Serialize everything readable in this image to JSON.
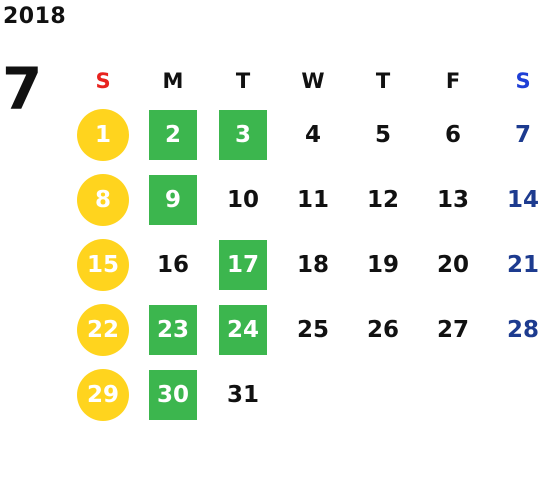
{
  "calendar": {
    "year": "2018",
    "month": "7",
    "weekdays": [
      "S",
      "M",
      "T",
      "W",
      "T",
      "F",
      "S"
    ],
    "colors": {
      "sunday_header": "#e8231f",
      "saturday_header": "#1f3fd6",
      "saturday_date": "#1d3b8f",
      "holiday_circle": "#ffd41e",
      "highlight_square": "#3cb64e",
      "default_text": "#111111"
    },
    "weeks": [
      [
        {
          "day": "1",
          "style": "circle"
        },
        {
          "day": "2",
          "style": "square"
        },
        {
          "day": "3",
          "style": "square"
        },
        {
          "day": "4",
          "style": "plain"
        },
        {
          "day": "5",
          "style": "plain"
        },
        {
          "day": "6",
          "style": "plain"
        },
        {
          "day": "7",
          "style": "saturday"
        }
      ],
      [
        {
          "day": "8",
          "style": "circle"
        },
        {
          "day": "9",
          "style": "square"
        },
        {
          "day": "10",
          "style": "plain"
        },
        {
          "day": "11",
          "style": "plain"
        },
        {
          "day": "12",
          "style": "plain"
        },
        {
          "day": "13",
          "style": "plain"
        },
        {
          "day": "14",
          "style": "saturday"
        }
      ],
      [
        {
          "day": "15",
          "style": "circle"
        },
        {
          "day": "16",
          "style": "plain"
        },
        {
          "day": "17",
          "style": "square"
        },
        {
          "day": "18",
          "style": "plain"
        },
        {
          "day": "19",
          "style": "plain"
        },
        {
          "day": "20",
          "style": "plain"
        },
        {
          "day": "21",
          "style": "saturday"
        }
      ],
      [
        {
          "day": "22",
          "style": "circle"
        },
        {
          "day": "23",
          "style": "square"
        },
        {
          "day": "24",
          "style": "square"
        },
        {
          "day": "25",
          "style": "plain"
        },
        {
          "day": "26",
          "style": "plain"
        },
        {
          "day": "27",
          "style": "plain"
        },
        {
          "day": "28",
          "style": "saturday"
        }
      ],
      [
        {
          "day": "29",
          "style": "circle"
        },
        {
          "day": "30",
          "style": "square"
        },
        {
          "day": "31",
          "style": "plain"
        },
        {
          "day": "",
          "style": "empty"
        },
        {
          "day": "",
          "style": "empty"
        },
        {
          "day": "",
          "style": "empty"
        },
        {
          "day": "",
          "style": "empty"
        }
      ]
    ]
  }
}
